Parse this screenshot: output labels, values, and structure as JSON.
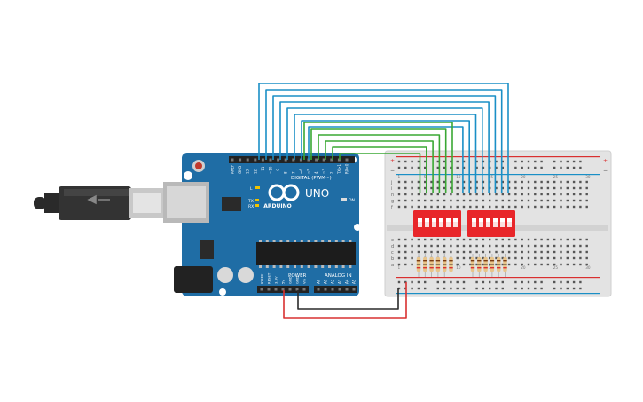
{
  "board": {
    "brand": "ARDUINO",
    "model": "UNO",
    "digital_label": "DIGITAL (PWM~)",
    "power_label": "POWER",
    "analog_label": "ANALOG IN",
    "tx_label": "TX",
    "rx_label": "RX",
    "l_label": "L",
    "on_label": "ON",
    "top_pins": [
      "AREF",
      "GND",
      "13",
      "12",
      "~11",
      "~10",
      "~9",
      "8",
      "7",
      "~6",
      "~5",
      "4",
      "~3",
      "2",
      "TX>1",
      "RX<0"
    ],
    "power_pins": [
      "IOREF",
      "RESET",
      "3.3V",
      "5V",
      "GND",
      "GND",
      "Vin"
    ],
    "analog_pins": [
      "A0",
      "A1",
      "A2",
      "A3",
      "A4",
      "A5"
    ]
  },
  "breadboard": {
    "row_letters_top": [
      "a",
      "b",
      "c",
      "d",
      "e"
    ],
    "row_letters_bottom": [
      "f",
      "g",
      "h",
      "i",
      "j"
    ],
    "column_numbers": [
      "1",
      "5",
      "10",
      "15",
      "20",
      "25",
      "30"
    ],
    "plus": "+",
    "minus": "−"
  },
  "colors": {
    "board": "#1f6da5",
    "wire_blue": "#1a8fc6",
    "wire_green": "#3aa834",
    "wire_red": "#d93030",
    "wire_black": "#2a2a2a",
    "dip_switch": "#e8262a"
  }
}
